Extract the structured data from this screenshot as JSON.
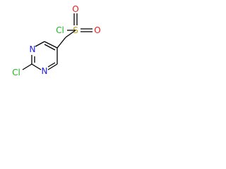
{
  "molecule": {
    "atoms": {
      "cl_sulfonyl": {
        "symbol": "Cl",
        "color": "#1fb51f"
      },
      "sulfur": {
        "symbol": "S",
        "color": "#b5a21f"
      },
      "oxygen_top": {
        "symbol": "O",
        "color": "#e81c1c"
      },
      "oxygen_right": {
        "symbol": "O",
        "color": "#e81c1c"
      },
      "nitrogen_upper": {
        "symbol": "N",
        "color": "#2020ee"
      },
      "nitrogen_lower": {
        "symbol": "N",
        "color": "#2020ee"
      },
      "cl_ring": {
        "symbol": "Cl",
        "color": "#1fb51f"
      }
    }
  }
}
